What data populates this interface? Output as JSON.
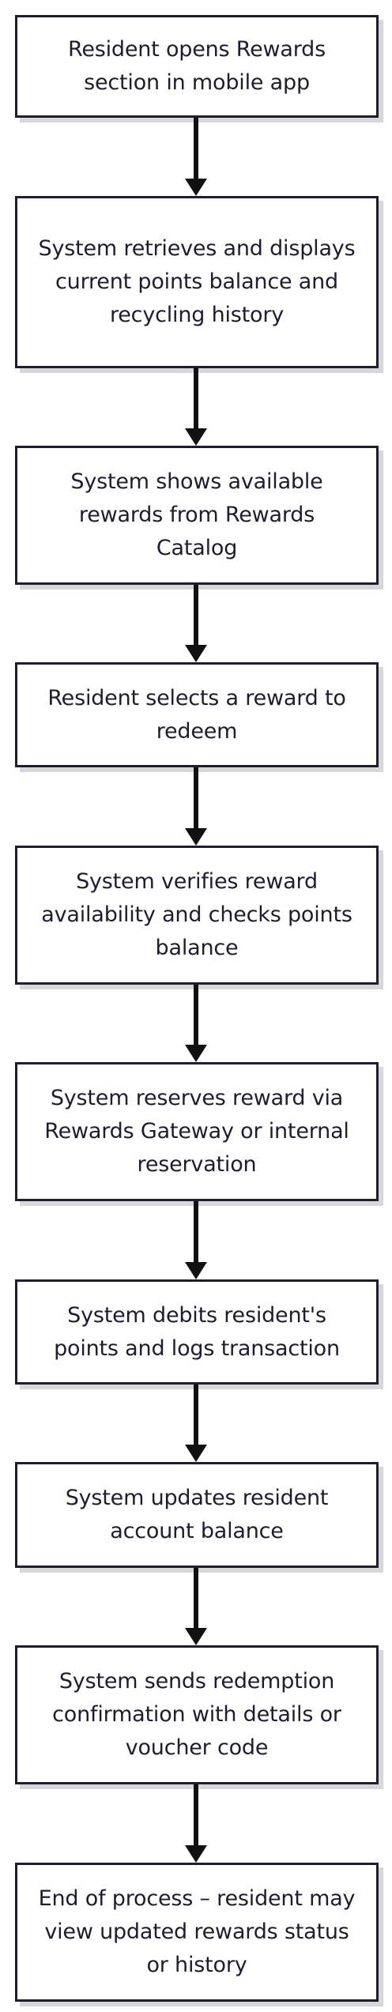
{
  "colors": {
    "box_border": "#1f1c2f",
    "box_text": "#1f1c2f",
    "arrow": "#111111",
    "background": "#ffffff"
  },
  "flow": {
    "steps": [
      {
        "label": "Resident opens Rewards section in mobile app"
      },
      {
        "label": "System retrieves and displays current points balance and recycling history"
      },
      {
        "label": "System shows available rewards from Rewards Catalog"
      },
      {
        "label": "Resident selects a reward to redeem"
      },
      {
        "label": "System verifies reward availability and checks points balance"
      },
      {
        "label": "System reserves reward via Rewards Gateway or internal reservation"
      },
      {
        "label": "System debits resident's points and logs transaction"
      },
      {
        "label": "System updates resident account balance"
      },
      {
        "label": "System sends redemption confirmation with details or voucher code"
      },
      {
        "label": "End of process – resident may view updated rewards status or history"
      }
    ]
  }
}
